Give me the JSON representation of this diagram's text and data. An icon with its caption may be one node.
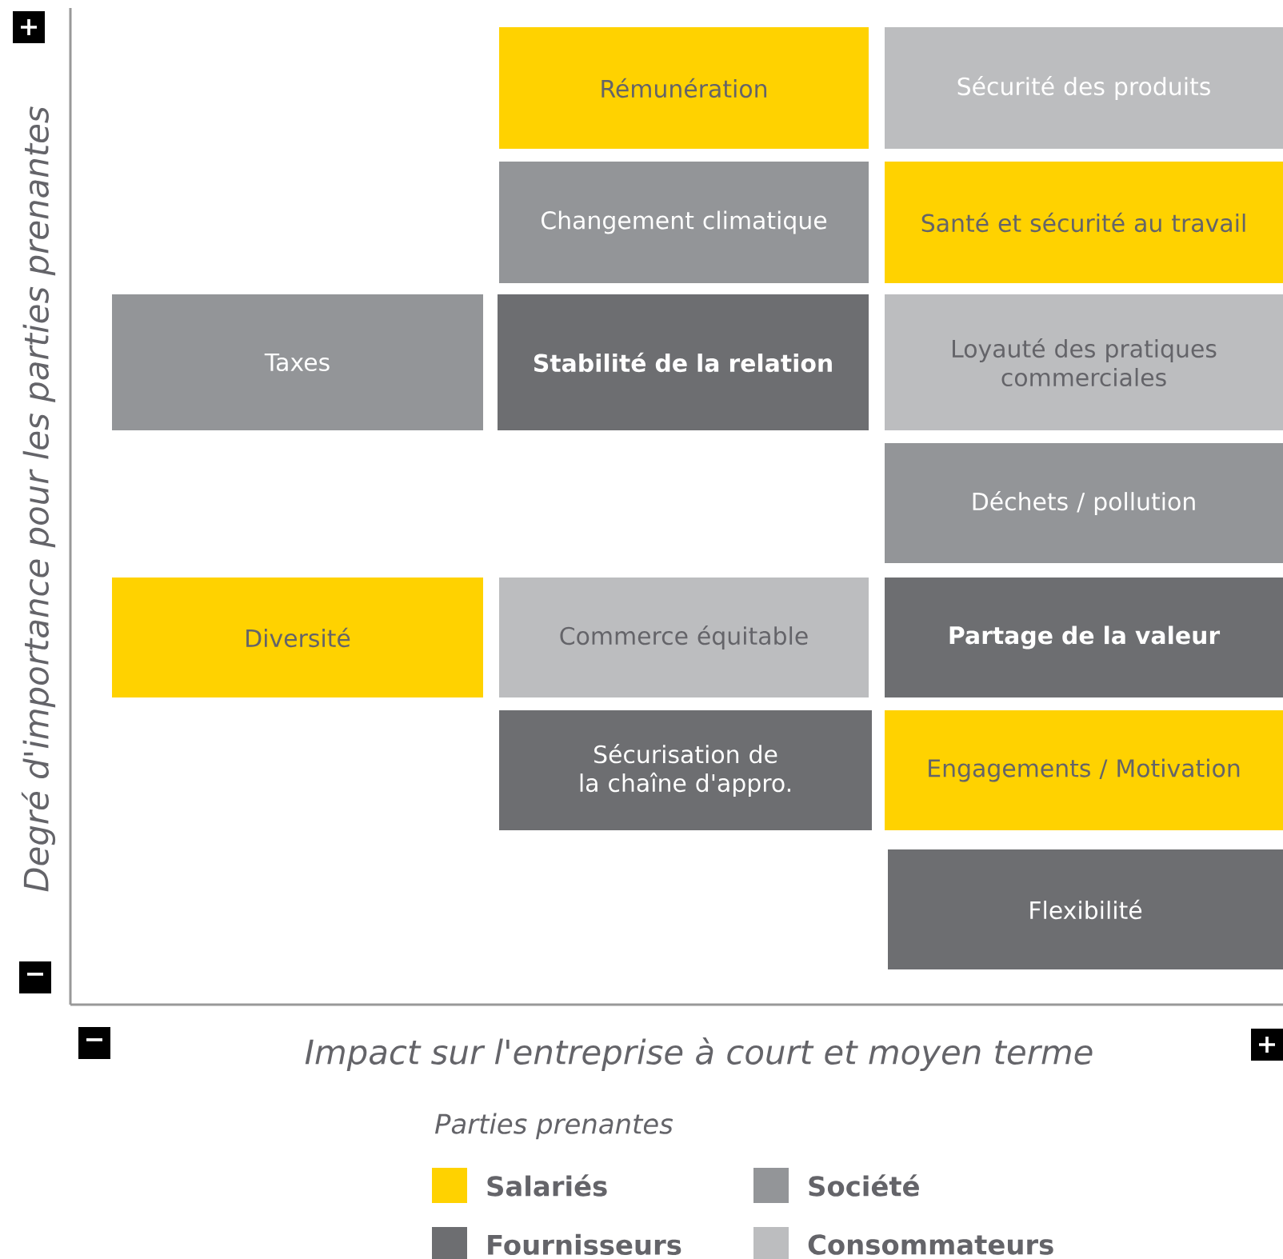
{
  "diagram": {
    "nodes": [
      {
        "text": [
          "Rémunération"
        ]
      },
      {
        "text": [
          "Sécurité des produits"
        ]
      },
      {
        "text": [
          "Changement climatique"
        ]
      },
      {
        "text": [
          "Santé et sécurité au travail"
        ]
      },
      {
        "text": [
          "Taxes"
        ]
      },
      {
        "text": [
          "Stabilité de la relation"
        ]
      },
      {
        "text": [
          "Loyauté des pratiques commerciales"
        ]
      },
      {
        "text": [
          "Déchets / pollution"
        ]
      },
      {
        "text": [
          "Diversité"
        ]
      },
      {
        "text": [
          "Commerce équitable"
        ]
      },
      {
        "text": [
          "Partage de la valeur"
        ]
      },
      {
        "text": [
          "Sécurisation de la chaîne d'appro."
        ]
      },
      {
        "text": [
          "Engagements / Motivation"
        ]
      },
      {
        "text": [
          "Flexibilité"
        ]
      }
    ],
    "labels": [
      "+",
      "Degré d'importance pour les parties prenantes",
      "−",
      "−",
      "Impact sur l'entreprise à court et moyen terme",
      "+",
      "Parties prenantes"
    ],
    "legend": [
      {
        "text": "Salariés",
        "color": "#ffd200"
      },
      {
        "text": "Société",
        "color": "#939598"
      },
      {
        "text": "Fournisseurs",
        "color": "#6d6e71"
      },
      {
        "text": "Consommateurs",
        "color": "#bcbdbf"
      }
    ]
  }
}
